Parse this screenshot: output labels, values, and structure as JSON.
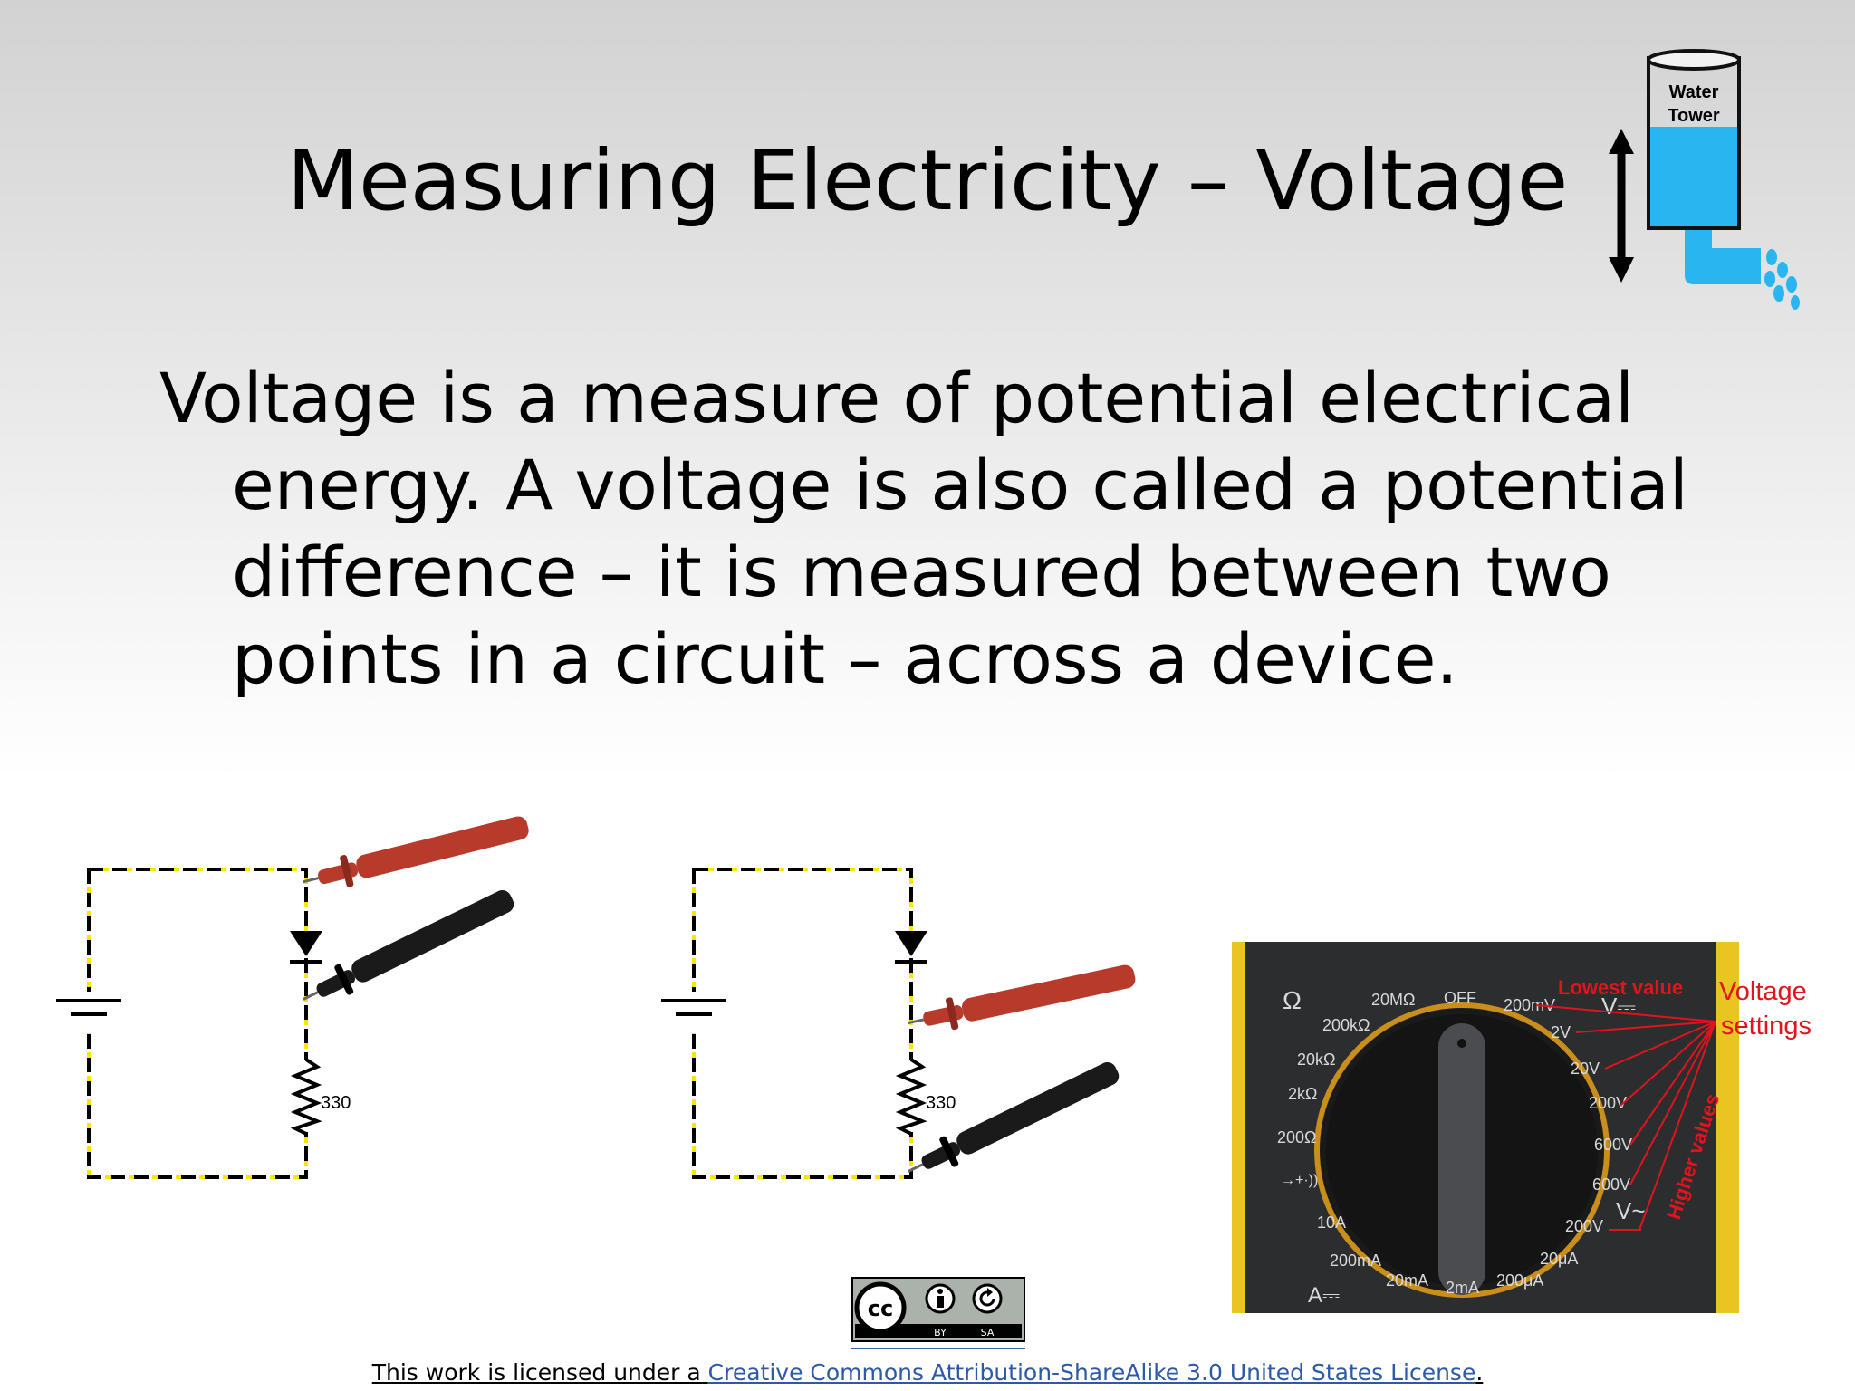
{
  "slide": {
    "title": "Measuring Electricity – Voltage",
    "body": "Voltage is a measure of potential electrical energy. A voltage is also called a potential difference – it is measured between two points in a circuit – across a device."
  },
  "water_tower": {
    "label_line1": "Water",
    "label_line2": "Tower",
    "water_color": "#29b6f0"
  },
  "circuits": [
    {
      "resistor_label": "330"
    },
    {
      "resistor_label": "330"
    }
  ],
  "probe_colors": {
    "red": "#b83a2b",
    "black": "#1a1a1a"
  },
  "multimeter": {
    "left_scale": [
      "Ω",
      "20MΩ",
      "200kΩ",
      "20kΩ",
      "2kΩ",
      "200Ω",
      "→+·))",
      "10A",
      "200mA",
      "A⎓"
    ],
    "top_label": "OFF",
    "right_scale": [
      "200mV",
      "2V",
      "20V",
      "200V",
      "600V",
      "600V",
      "200V",
      "20μA",
      "200μA",
      "2mA",
      "20mA"
    ],
    "dc_symbol": "V⎓",
    "ac_symbol": "V~",
    "lowest_value_label": "Lowest value",
    "voltage_settings_line1": "Voltage",
    "voltage_settings_line2": "settings",
    "higher_values_label": "Higher values",
    "annotation_color": "#e0141c"
  },
  "cc_badge": {
    "cc": "cc",
    "by": "BY",
    "sa": "SA"
  },
  "license": {
    "prefix": "This work is licensed under a ",
    "link_text": "Creative Commons Attribution-ShareAlike 3.0 United States License",
    "suffix": ". "
  }
}
